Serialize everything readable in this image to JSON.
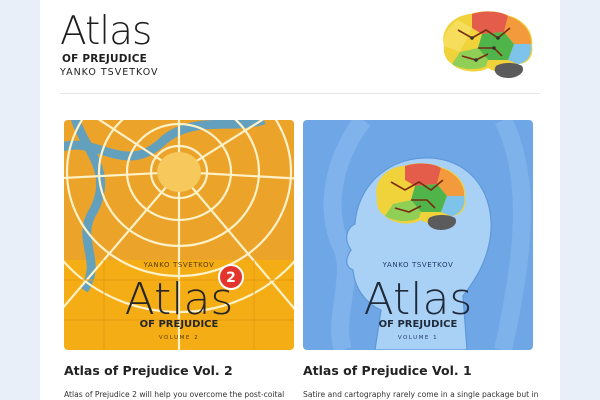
{
  "header": {
    "title": "Atlas",
    "subtitle": "OF PREJUDICE",
    "author": "YANKO TSVETKOV",
    "logo_icon": "brain-map-icon"
  },
  "books": [
    {
      "cover": {
        "author": "YANKO TSVETKOV",
        "title": "Atlas",
        "subtitle": "OF PREJUDICE",
        "volume": "VOLUME 2",
        "badge": "2",
        "background": "#f4ad14"
      },
      "title": "Atlas of Prejudice Vol. 2",
      "description": "Atlas of Prejudice 2 will help you overcome the post-coital"
    },
    {
      "cover": {
        "author": "YANKO TSVETKOV",
        "title": "Atlas",
        "subtitle": "OF PREJUDICE",
        "volume": "VOLUME 1",
        "background": "#6ea6e6"
      },
      "title": "Atlas of Prejudice Vol. 1",
      "description": "Satire and cartography rarely come in a single package but in"
    }
  ]
}
